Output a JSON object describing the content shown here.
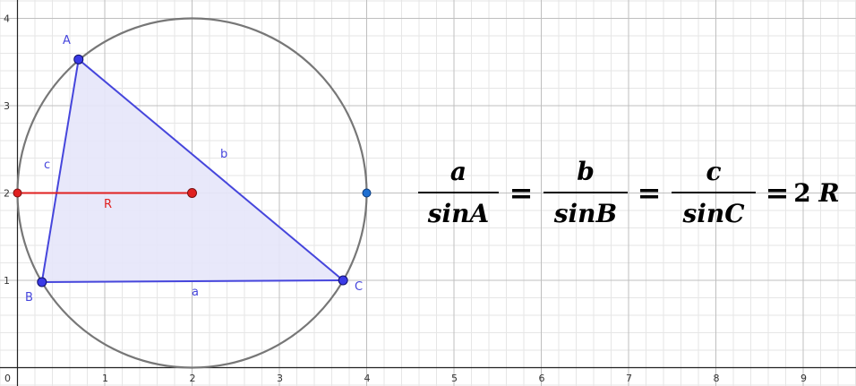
{
  "axes": {
    "x_ticks": [
      "0",
      "1",
      "2",
      "3",
      "4",
      "5",
      "6",
      "7",
      "8",
      "9"
    ],
    "y_ticks": [
      "1",
      "2",
      "3",
      "4"
    ]
  },
  "geometry": {
    "circle_center": [
      2,
      2
    ],
    "circle_radius": 2,
    "A": [
      0.7,
      3.53
    ],
    "B": [
      0.28,
      0.98
    ],
    "C": [
      3.73,
      1.0
    ],
    "R_start": [
      0,
      2
    ],
    "R_end": [
      2,
      2
    ],
    "right_point": [
      4,
      2
    ]
  },
  "labels": {
    "A": "A",
    "B": "B",
    "C": "C",
    "a": "a",
    "b": "b",
    "c": "c",
    "R": "R"
  },
  "formula": {
    "frac1_num": "a",
    "frac1_den": "sinA",
    "frac2_num": "b",
    "frac2_den": "sinB",
    "frac3_num": "c",
    "frac3_den": "sinC",
    "equals": "=",
    "rhs_coef": "2",
    "rhs_var": "R"
  },
  "colors": {
    "triangle": "#4646dc",
    "triangle_fill": "#e6e6fa",
    "circle": "#777777",
    "radius": "#e02020",
    "point_fill": "#3a3ae6",
    "right_point_fill": "#1f6fd1",
    "grid_major": "#bfbfbf",
    "grid_minor": "#e6e6e6"
  }
}
